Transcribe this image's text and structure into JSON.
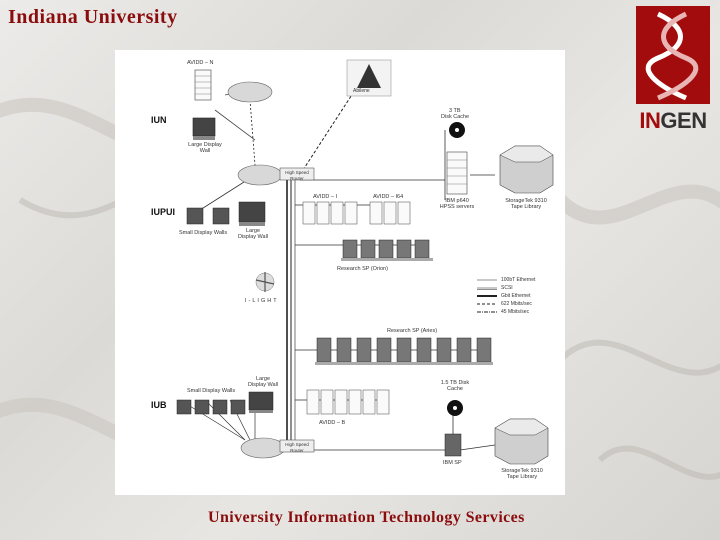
{
  "header": {
    "title": "Indiana University"
  },
  "footer": {
    "title": "University Information Technology Services"
  },
  "logo": {
    "text_in": "IN",
    "text_gen": "GEN"
  },
  "diagram": {
    "sites": {
      "iun": "IUN",
      "iupui": "IUPUI",
      "iub": "IUB"
    },
    "labels": {
      "avidd_n": "AVIDD – N",
      "large_display_wall_iun": "Large Display Wall",
      "three_tb": "3 TB",
      "disk_cache": "Disk Cache",
      "small_display_walls_iupui": "Small Display Walls",
      "large_display_wall_iupui": "Large Display Wall",
      "avidd_i": "AVIDD – I",
      "avidd_i64": "AVIDD – I64",
      "ibm_hpss": "IBM p640 HPSS servers",
      "storagetek_top": "StorageTek 9310 Tape Library",
      "research_sp_orion": "Research SP (Orion)",
      "ilight": "I-LIGHT",
      "research_sp_aries": "Research SP (Aries)",
      "small_display_walls_iub": "Small Display Walls",
      "large_display_wall_iub": "Large Display Wall",
      "tb_disk_cache_iub": "1.5 TB Disk Cache",
      "avidd_b": "AVIDD – B",
      "ibm_sp": "IBM SP",
      "storagetek_bottom": "StorageTek 9310 Tape Library",
      "abilene": "Abilene",
      "high_speed_router_top": "High Speed Router",
      "high_speed_router_bottom": "High Speed Router"
    },
    "legend": [
      {
        "label": "100bT Ethernet",
        "style": "thin"
      },
      {
        "label": "SCSI",
        "style": "thin-double"
      },
      {
        "label": "Gbit Ethernet",
        "style": "thick"
      },
      {
        "label": "622 Mbits/sec",
        "style": "dashed"
      },
      {
        "label": "45 Mbits/sec",
        "style": "dash-dot"
      }
    ]
  }
}
